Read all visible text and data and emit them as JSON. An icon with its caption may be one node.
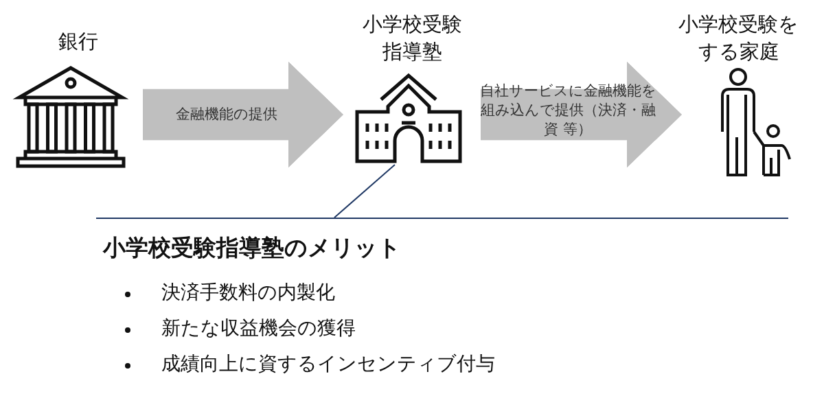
{
  "diagram": {
    "nodes": [
      {
        "text": [
          "銀行"
        ]
      },
      {
        "text": [
          "小学校受験指導塾"
        ]
      },
      {
        "text": [
          "小学校受験をする家庭"
        ]
      },
      {
        "text": [
          "小学校受験指導塾のメリット",
          "決済手数料の内製化",
          "新たな収益機会の獲得",
          "成績向上に資するインセンティブ付与"
        ]
      }
    ],
    "edges": [
      {
        "from": 0,
        "to": 1,
        "arrow": "to",
        "label": "金融機能の提供",
        "color": "#bfbfbf"
      },
      {
        "from": 1,
        "to": 2,
        "arrow": "to",
        "label": "自社サービスに金融機能を組み込んで提供（決済・融資 等）",
        "color": "#bfbfbf"
      },
      {
        "from": 1,
        "to": 3,
        "arrow": "none",
        "color": "#1f3864"
      }
    ]
  }
}
